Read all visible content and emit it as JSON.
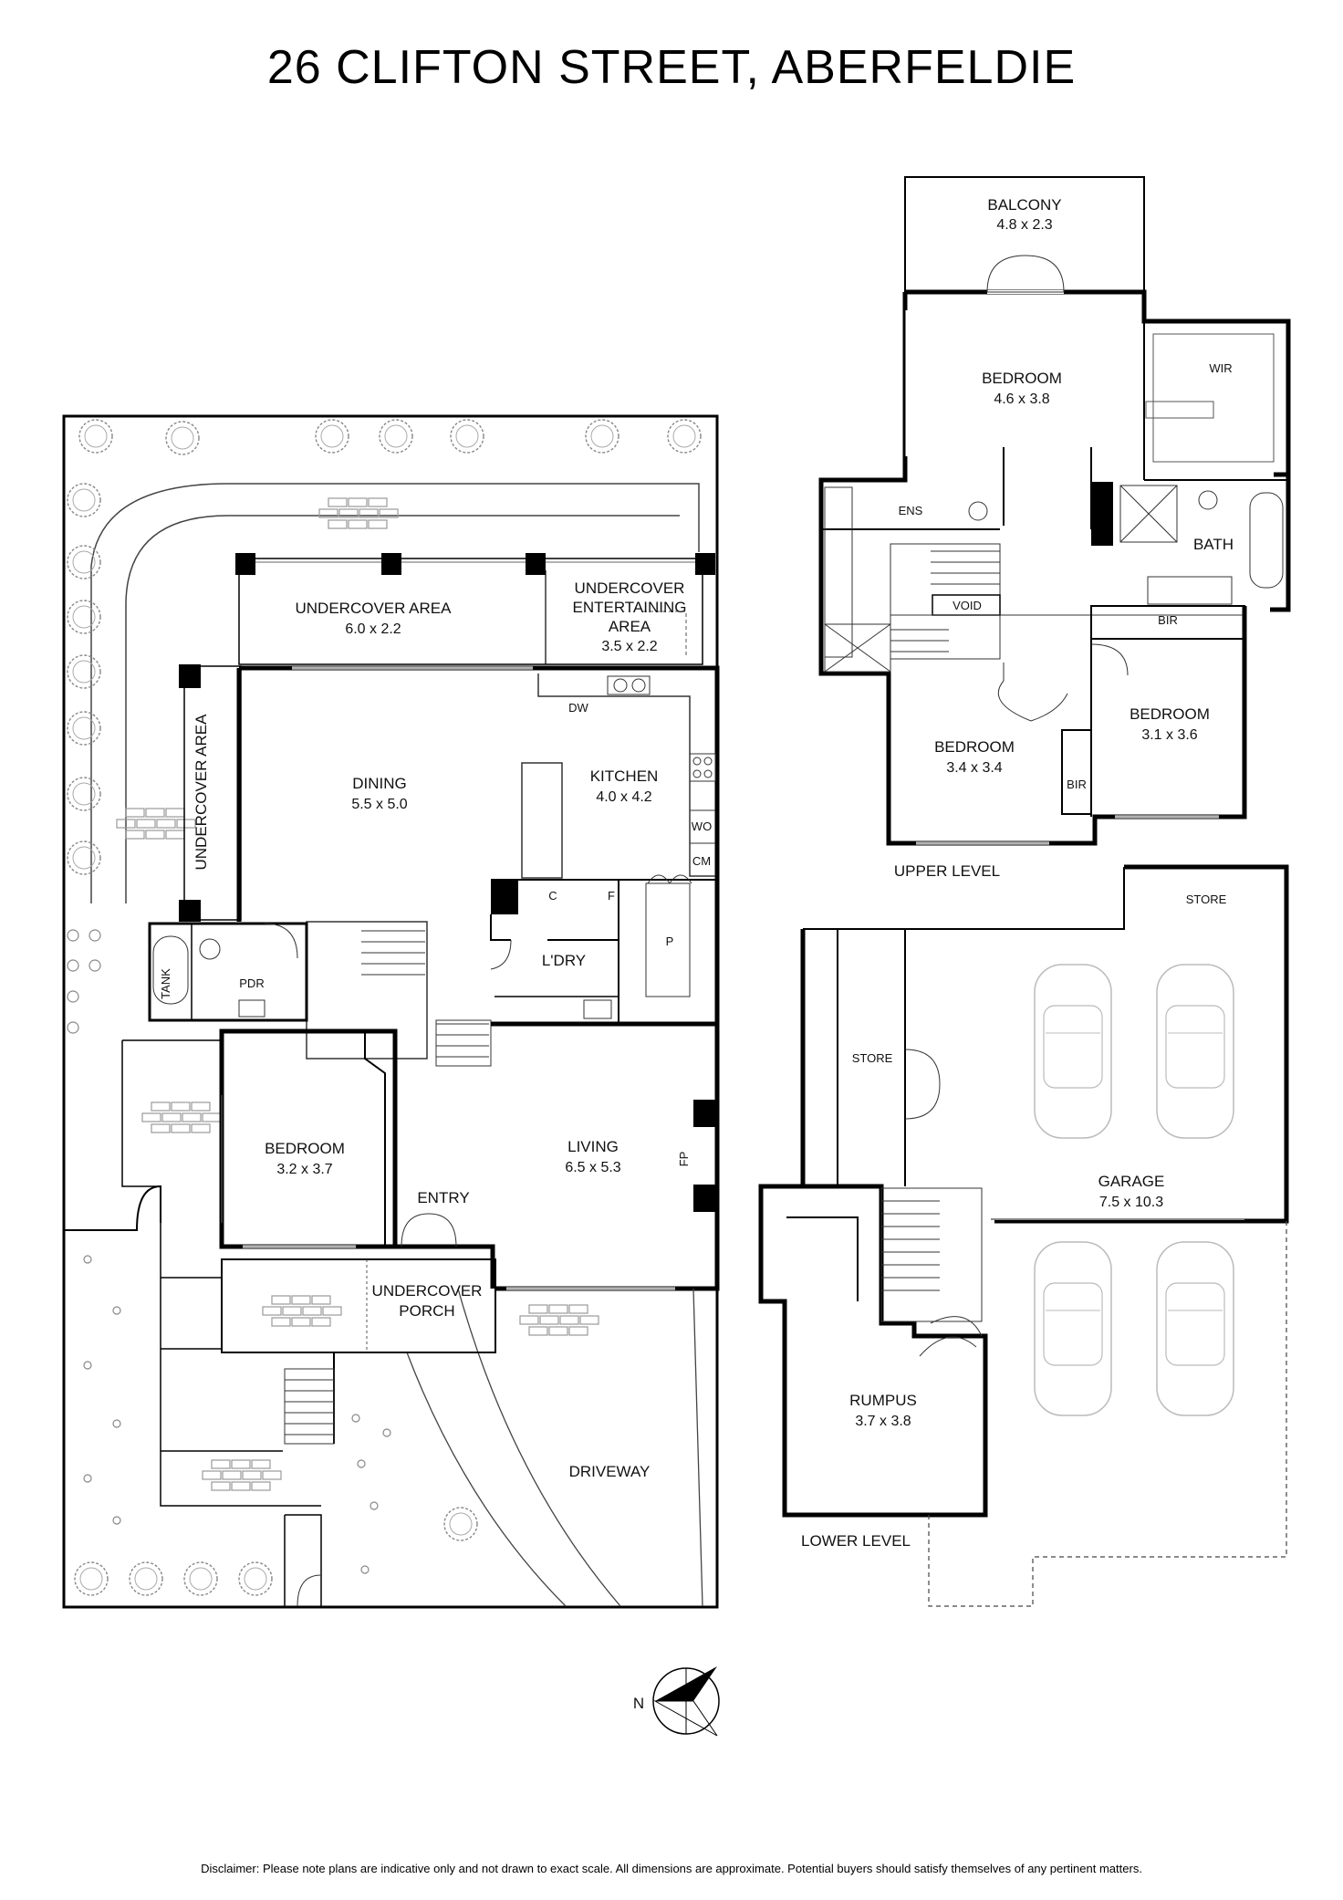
{
  "title": "26 CLIFTON STREET, ABERFELDIE",
  "disclaimer": "Disclaimer: Please note plans are indicative only and not drawn to exact scale. All dimensions are approximate. Potential buyers should satisfy themselves of any pertinent matters.",
  "ground": {
    "undercover_area_top": {
      "name": "UNDERCOVER AREA",
      "dims": "6.0 x 2.2"
    },
    "undercover_entertaining": {
      "name_line1": "UNDERCOVER",
      "name_line2": "ENTERTAINING",
      "name_line3": "AREA",
      "dims": "3.5 x 2.2"
    },
    "undercover_area_side": {
      "name": "UNDERCOVER AREA"
    },
    "dining": {
      "name": "DINING",
      "dims": "5.5 x 5.0"
    },
    "kitchen": {
      "name": "KITCHEN",
      "dims": "4.0 x 4.2"
    },
    "dw": "DW",
    "wo": "WO",
    "cm": "CM",
    "c": "C",
    "f": "F",
    "p": "P",
    "laundry": "L'DRY",
    "pdr": "PDR",
    "tank": "TANK",
    "bedroom": {
      "name": "BEDROOM",
      "dims": "3.2 x 3.7"
    },
    "living": {
      "name": "LIVING",
      "dims": "6.5 x 5.3"
    },
    "fp": "FP",
    "entry": "ENTRY",
    "porch_line1": "UNDERCOVER",
    "porch_line2": "PORCH",
    "driveway": "DRIVEWAY"
  },
  "upper": {
    "balcony": {
      "name": "BALCONY",
      "dims": "4.8 x 2.3"
    },
    "bedroom_main": {
      "name": "BEDROOM",
      "dims": "4.6 x 3.8"
    },
    "wir": "WIR",
    "ens": "ENS",
    "bath": "BATH",
    "void": "VOID",
    "bir_top": "BIR",
    "bedroom_left": {
      "name": "BEDROOM",
      "dims": "3.4 x 3.4"
    },
    "bedroom_right": {
      "name": "BEDROOM",
      "dims": "3.1 x 3.6"
    },
    "bir_mid": "BIR",
    "level_label": "UPPER LEVEL"
  },
  "lower": {
    "store_top": "STORE",
    "store_left": "STORE",
    "garage": {
      "name": "GARAGE",
      "dims": "7.5 x 10.3"
    },
    "rumpus": {
      "name": "RUMPUS",
      "dims": "3.7 x 3.8"
    },
    "level_label": "LOWER LEVEL"
  },
  "compass": {
    "north_label": "N"
  },
  "colors": {
    "wall": "#000000",
    "line": "#333333",
    "light": "#9a9a9a"
  }
}
